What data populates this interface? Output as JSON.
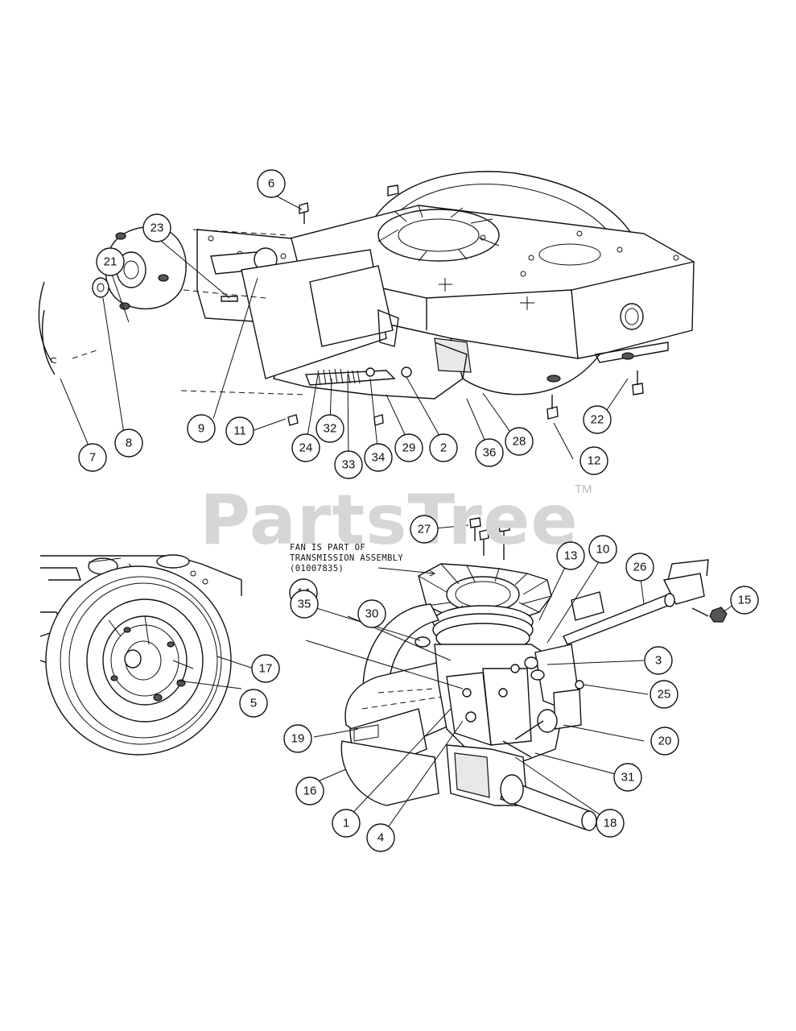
{
  "watermark": {
    "brand": "PartsTree",
    "trademark": "TM"
  },
  "note": {
    "lines": [
      "FAN IS PART OF",
      "TRANSMISSION ASSEMBLY",
      "(01007835)"
    ]
  },
  "callouts": [
    "1",
    "2",
    "3",
    "4",
    "5",
    "6",
    "7",
    "8",
    "9",
    "10",
    "11",
    "12",
    "13",
    "14",
    "15",
    "16",
    "17",
    "18",
    "19",
    "20",
    "21",
    "22",
    "23",
    "24",
    "25",
    "26",
    "27",
    "28",
    "29",
    "30",
    "31",
    "32",
    "33",
    "34",
    "35",
    "36"
  ]
}
